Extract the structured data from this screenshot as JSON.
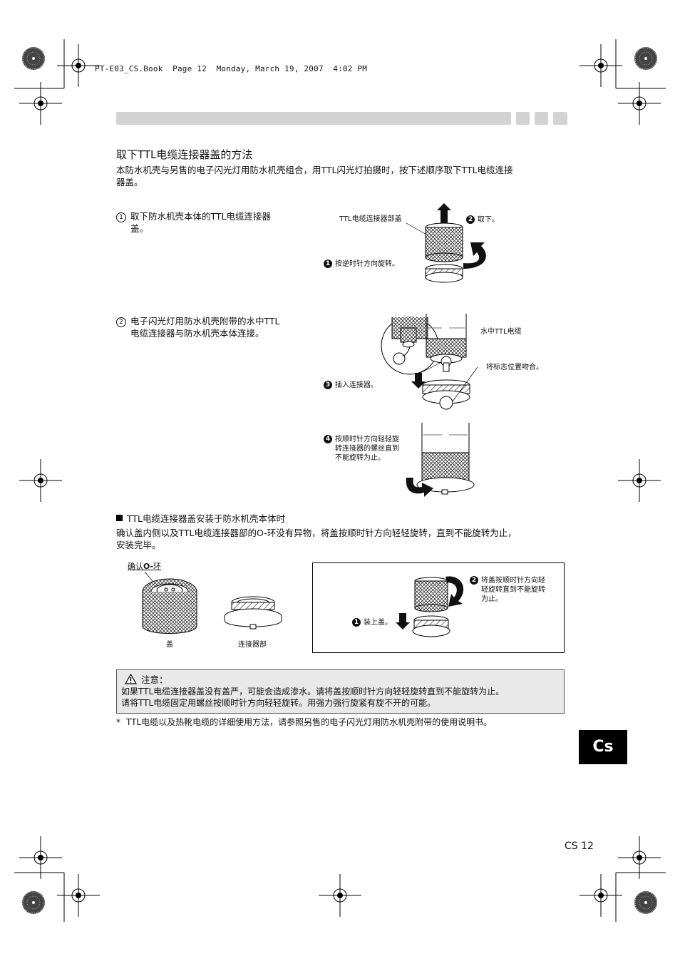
{
  "header": {
    "file_info": "PT-E03_CS.Book  Page 12  Monday, March 19, 2007  4:02 PM"
  },
  "section": {
    "title": "取下TTL电缆连接器盖的方法",
    "intro_line1": "本防水机壳与另售的电子闪光灯用防水机壳组合，用TTL闪光灯拍摄时，按下述顺序取下TTL电缆连接",
    "intro_line2": "器盖。"
  },
  "steps": [
    {
      "marker": "1",
      "line1": "取下防水机壳本体的TTL电缆连接器",
      "line2": "盖。"
    },
    {
      "marker": "2",
      "line1": "电子闪光灯用防水机壳附带的水中TTL",
      "line2": "电缆连接器与防水机壳本体连接。"
    }
  ],
  "fig1": {
    "part_label": "TTL电缆连接器部盖",
    "step2_num": "2",
    "step2_text": "取下。",
    "step1_num": "1",
    "step1_text": "按逆时针方向旋转。"
  },
  "fig2": {
    "cable_label": "水中TTL电缆",
    "align_label": "将标志位置吻合。",
    "step3_num": "3",
    "step3_text": "插入连接器。",
    "step4_num": "4",
    "step4_line1": "按顺时针方向轻轻旋",
    "step4_line2": "转连接器的螺丝直到",
    "step4_line3": "不能旋转为止。"
  },
  "install": {
    "heading": "TTL电缆连接器盖安装于防水机壳本体时",
    "line1": "确认盖内侧以及TTL电缆连接器部的O-环没有异物，将盖按顺时针方向轻轻旋转，直到不能旋转为止，",
    "line2": "安装完毕。",
    "oring_label_pre": "确认",
    "oring_label_bold": "O-",
    "oring_label_post": "环",
    "cap_label": "盖",
    "connector_label": "连接器部",
    "box_step1_num": "1",
    "box_step1_text": "装上盖。",
    "box_step2_num": "2",
    "box_step2_line1": "将盖按顺时针方向轻",
    "box_step2_line2": "轻旋转直到不能旋转",
    "box_step2_line3": "为止。"
  },
  "caution": {
    "icon": "warning-triangle-icon",
    "title": "注意：",
    "line1": "如果TTL电缆连接器盖没有盖严，可能会造成渗水。请将盖按顺时针方向轻轻旋转直到不能旋转为止。",
    "line2": "请将TTL电缆固定用螺丝按顺时针方向轻轻旋转。用强力强行旋紧有旋不开的可能。"
  },
  "footnote": {
    "mark": "*",
    "text": "TTL电缆以及热靴电缆的详细使用方法，请参照另售的电子闪光灯用防水机壳附带的使用说明书。"
  },
  "side_tab": "Cs",
  "page_number": "CS 12"
}
